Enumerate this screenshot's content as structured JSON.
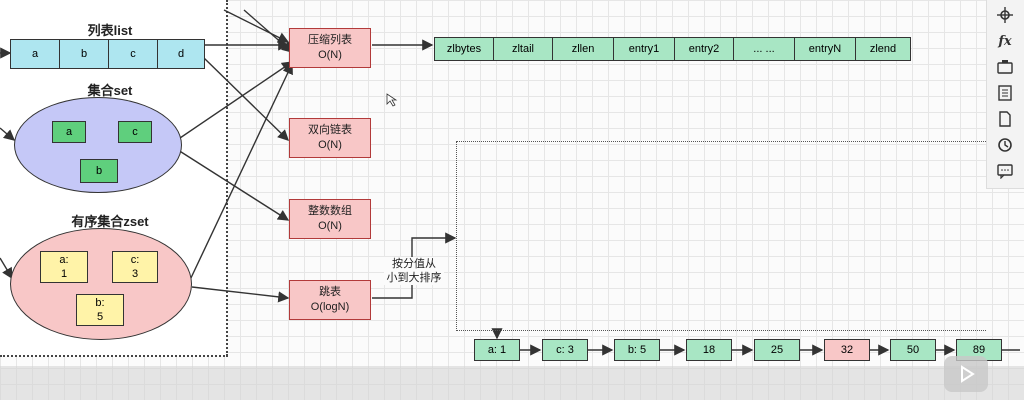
{
  "list": {
    "title": "列表list",
    "cells": [
      "a",
      "b",
      "c",
      "d"
    ]
  },
  "set": {
    "title": "集合set",
    "items": [
      "a",
      "c",
      "b"
    ]
  },
  "zset": {
    "title": "有序集合zset",
    "items": [
      {
        "key": "a:",
        "score": "1"
      },
      {
        "key": "c:",
        "score": "3"
      },
      {
        "key": "b:",
        "score": "5"
      }
    ]
  },
  "encodings": [
    {
      "name": "压缩列表",
      "complexity": "O(N)"
    },
    {
      "name": "双向链表",
      "complexity": "O(N)"
    },
    {
      "name": "整数数组",
      "complexity": "O(N)"
    },
    {
      "name": "跳表",
      "complexity": "O(logN)"
    }
  ],
  "ziplist": [
    "zlbytes",
    "zltail",
    "zllen",
    "entry1",
    "entry2",
    "... ...",
    "entryN",
    "zlend"
  ],
  "skiplist_note": [
    "按分值从",
    "小到大排序"
  ],
  "skiplist_nodes": [
    "a: 1",
    "c: 3",
    "b: 5",
    "18",
    "25",
    "32",
    "50",
    "89"
  ],
  "colors": {
    "list_cell": "#aee6f0",
    "set_fill": "#c5c8f7",
    "zset_fill": "#f8c7c7",
    "encoding_fill": "#f8c7c7",
    "entry_fill": "#a8e6c4",
    "member_fill": "#5fcf7d",
    "zset_member_fill": "#fff3a8"
  },
  "toolbar_icons": [
    "crosshair-icon",
    "formula-icon",
    "camera-icon",
    "notes-icon",
    "page-icon",
    "history-icon",
    "comment-icon"
  ]
}
